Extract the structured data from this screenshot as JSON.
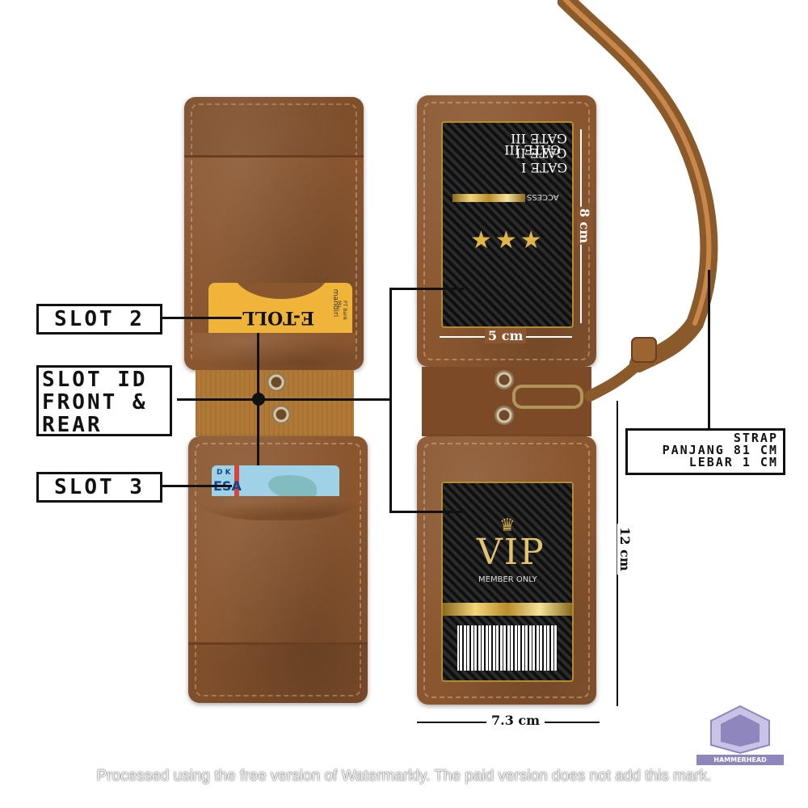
{
  "labels": {
    "slot2": "SLOT 2",
    "slot_id": [
      "SLOT ID",
      "FRONT &",
      "REAR"
    ],
    "slot3": "SLOT 3",
    "strap": [
      "STRAP",
      "PANJANG 81 CM",
      "LEBAR 1 CM"
    ]
  },
  "dimensions": {
    "card_height": "8 cm",
    "card_width": "5 cm",
    "holder_height": "12 cm",
    "holder_width": "7.3 cm"
  },
  "etoll_card": {
    "title": "E-TOLL",
    "brand": "mandiri",
    "sub": "PT Bank Ma"
  },
  "id_card": {
    "text": "ESA",
    "text2": "D K"
  },
  "access_card": {
    "heading": "ACCESS",
    "gates": [
      "GATE I",
      "GATE II",
      "GATE III"
    ],
    "stars": "★★★"
  },
  "vip_card": {
    "title": "VIP",
    "subtitle": "MEMBER ONLY",
    "crown": "♛"
  },
  "logo": {
    "text": "HAMMERHEAD"
  },
  "watermark": "Processed using the free version of Watermarkly. The paid version does not add this mark."
}
